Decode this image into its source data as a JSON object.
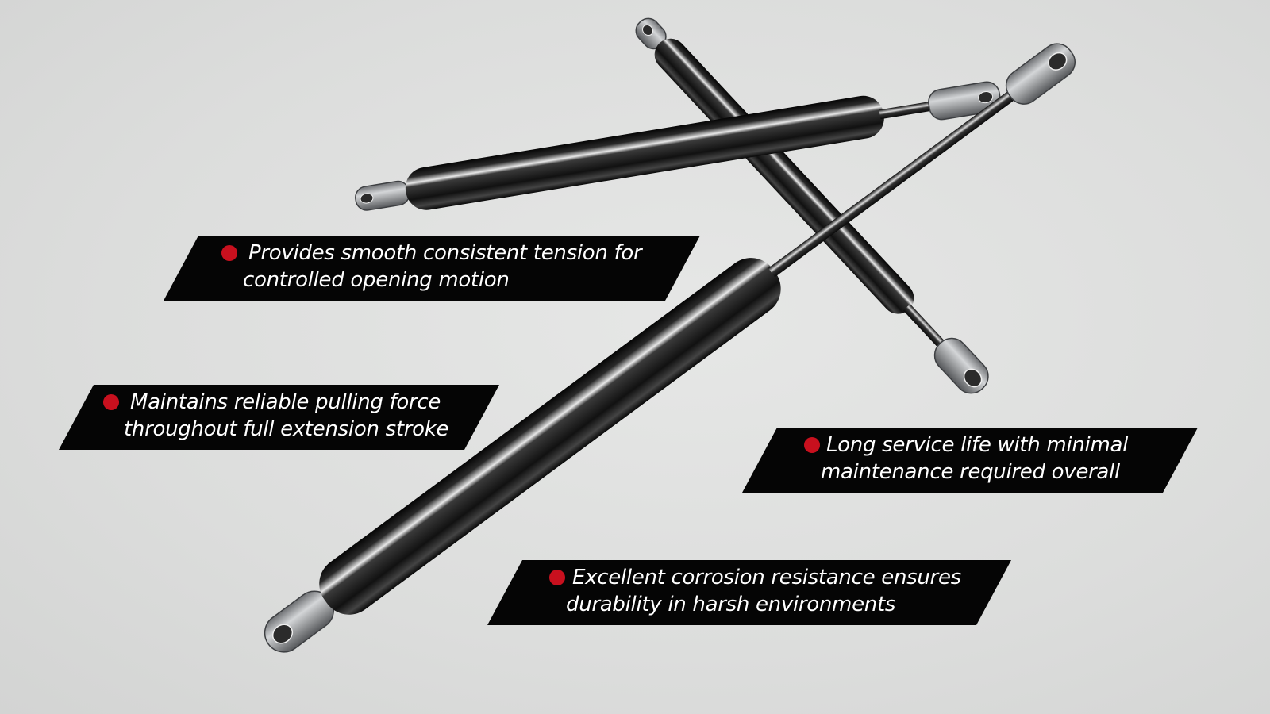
{
  "image": {
    "background_color": "#dcdddc",
    "subject": "gas strut set",
    "accent_color": "#c8101e",
    "callout_background": "#050505",
    "callout_text_color": "#ffffff",
    "body_color": "#1a1a1a",
    "metal_color": "#9a9c9e"
  },
  "callouts": [
    {
      "bullet_icon": "red-dot-icon",
      "line1": "Provides smooth consistent tension for",
      "line2": "controlled opening motion"
    },
    {
      "bullet_icon": "red-dot-icon",
      "line1": "Maintains reliable pulling force",
      "line2": "throughout full extension stroke"
    },
    {
      "bullet_icon": "red-dot-icon",
      "line1": "Long service life with minimal",
      "line2": "maintenance required overall"
    },
    {
      "bullet_icon": "red-dot-icon",
      "line1": "Excellent corrosion resistance ensures",
      "line2": "durability in harsh environments"
    }
  ]
}
